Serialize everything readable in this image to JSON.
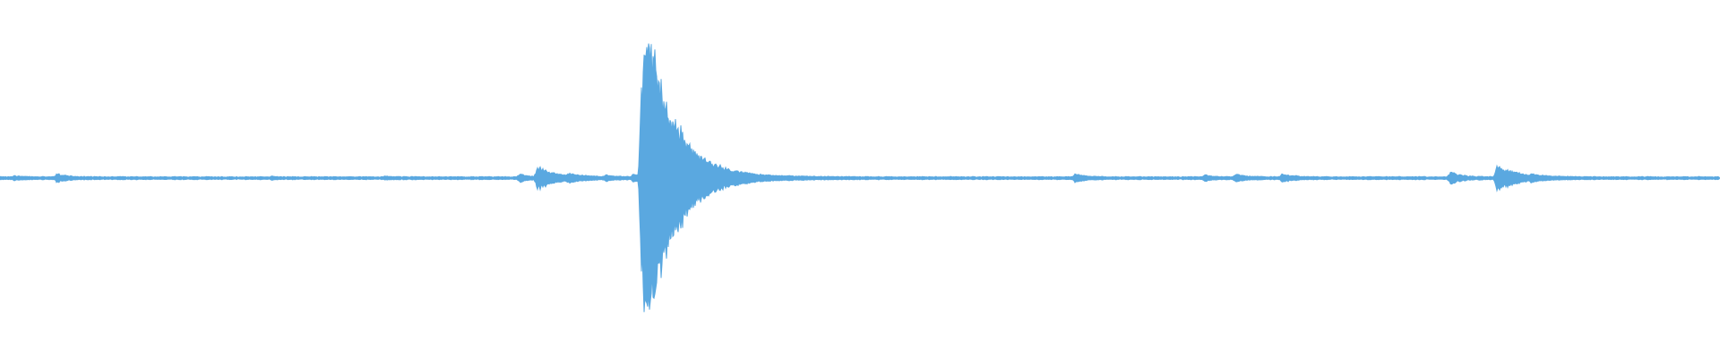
{
  "waveform": {
    "color": "#5aa8e0",
    "background": "#ffffff",
    "duration_units": 1.0,
    "amplitude_range": [
      -1,
      1
    ],
    "events": [
      {
        "t": 0.008,
        "amp": 0.015,
        "decay": 0.004
      },
      {
        "t": 0.033,
        "amp": 0.03,
        "decay": 0.006
      },
      {
        "t": 0.158,
        "amp": 0.008,
        "decay": 0.003
      },
      {
        "t": 0.224,
        "amp": 0.006,
        "decay": 0.003
      },
      {
        "t": 0.302,
        "amp": 0.035,
        "decay": 0.004
      },
      {
        "t": 0.312,
        "amp": 0.095,
        "decay": 0.01
      },
      {
        "t": 0.33,
        "amp": 0.02,
        "decay": 0.01
      },
      {
        "t": 0.352,
        "amp": 0.015,
        "decay": 0.006
      },
      {
        "t": 0.368,
        "amp": 0.03,
        "decay": 0.004
      },
      {
        "t": 0.3725,
        "amp": 0.78,
        "decay": 0.018
      },
      {
        "t": 0.3745,
        "amp": 1.0,
        "decay": 0.012
      },
      {
        "t": 0.39,
        "amp": 0.06,
        "decay": 0.02
      },
      {
        "t": 0.625,
        "amp": 0.03,
        "decay": 0.006
      },
      {
        "t": 0.7,
        "amp": 0.02,
        "decay": 0.005
      },
      {
        "t": 0.718,
        "amp": 0.025,
        "decay": 0.006
      },
      {
        "t": 0.745,
        "amp": 0.03,
        "decay": 0.006
      },
      {
        "t": 0.843,
        "amp": 0.05,
        "decay": 0.006
      },
      {
        "t": 0.87,
        "amp": 0.12,
        "decay": 0.01
      },
      {
        "t": 0.89,
        "amp": 0.015,
        "decay": 0.008
      }
    ],
    "noise_floor": 0.006
  }
}
